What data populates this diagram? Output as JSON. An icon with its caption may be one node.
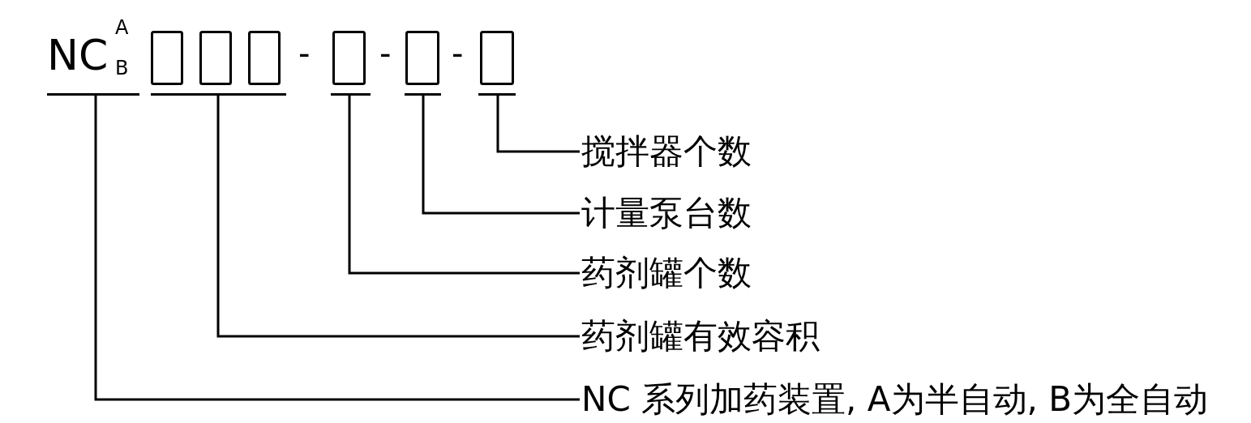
{
  "diagram": {
    "nodes": [
      {
        "text": [
          "NC",
          "A",
          "B"
        ]
      },
      {
        "text": [],
        "shape": "box"
      },
      {
        "text": [],
        "shape": "box"
      },
      {
        "text": [],
        "shape": "box"
      },
      {
        "text": [],
        "shape": "box"
      },
      {
        "text": [],
        "shape": "box"
      },
      {
        "text": [],
        "shape": "box"
      },
      {
        "text": [
          "搅拌器个数"
        ]
      },
      {
        "text": [
          "计量泵台数"
        ]
      },
      {
        "text": [
          "药剂罐个数"
        ]
      },
      {
        "text": [
          "药剂罐有效容积"
        ]
      },
      {
        "text": [
          "NC 系列加药装置, A为半自动, B为全自动"
        ]
      }
    ],
    "edges": [
      {
        "from": 7,
        "to": 6,
        "arrow": "none"
      },
      {
        "from": 8,
        "to": 5,
        "arrow": "none"
      },
      {
        "from": 9,
        "to": 4,
        "arrow": "none"
      },
      {
        "from": 10,
        "to": 2,
        "arrow": "none"
      },
      {
        "from": 11,
        "to": 0,
        "arrow": "none"
      }
    ],
    "labels": [
      "-",
      "-",
      "-"
    ]
  }
}
